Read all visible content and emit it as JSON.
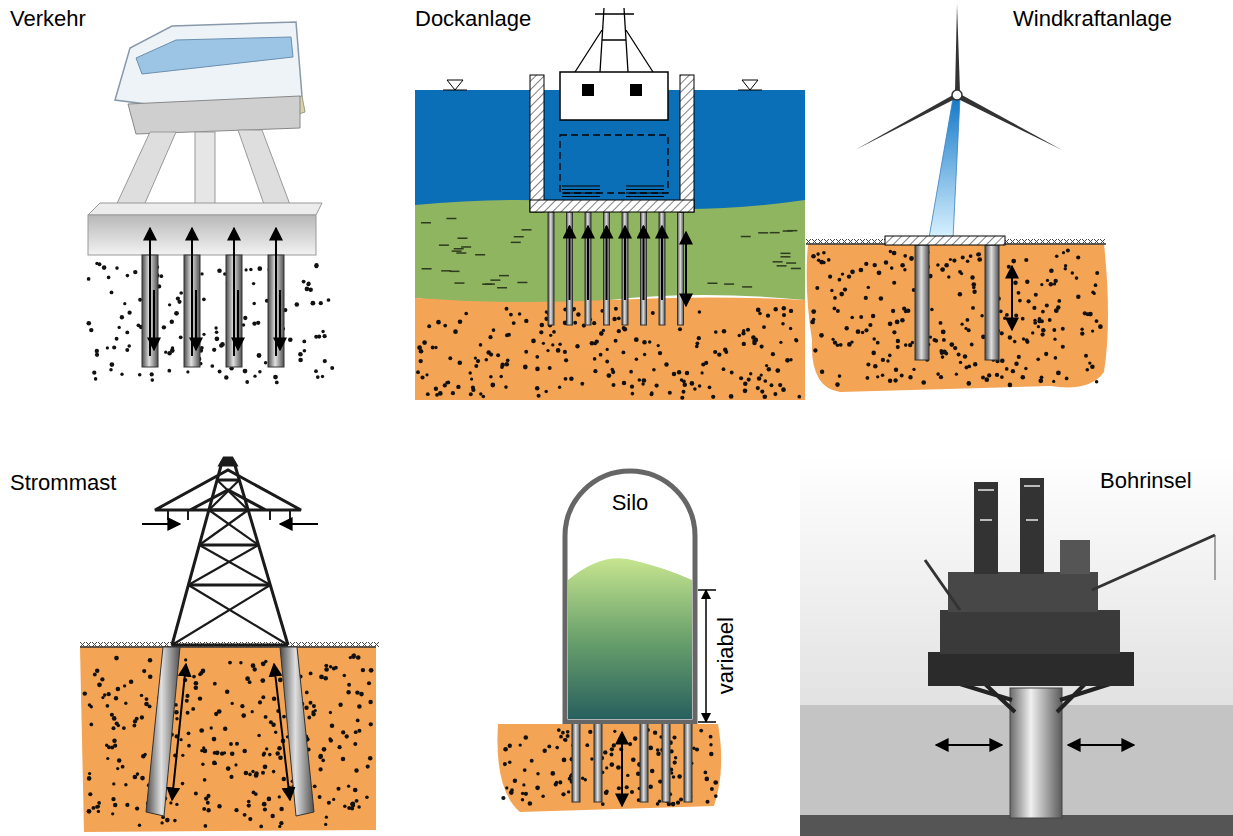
{
  "diagram": {
    "nodes": [
      {
        "text": [
          "Silo"
        ]
      }
    ],
    "labels": [
      "Verkehr",
      "Dockanlage",
      "Windkraftanlage",
      "Strommast",
      "variabel",
      "Bohrinsel"
    ]
  }
}
